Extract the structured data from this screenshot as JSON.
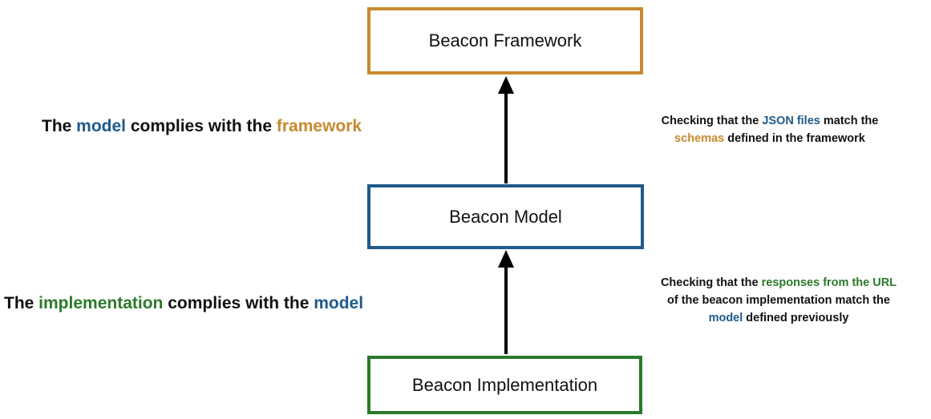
{
  "boxes": {
    "framework": "Beacon Framework",
    "model": "Beacon Model",
    "implementation": "Beacon Implementation"
  },
  "colors": {
    "framework": "#c88a2e",
    "model": "#1f5a8a",
    "implementation": "#2a7a2a",
    "text": "#111111",
    "arrow": "#000000"
  },
  "labels": {
    "model_framework": {
      "prefix": "The ",
      "model": "model",
      "middle": " complies with the ",
      "framework": "framework"
    },
    "impl_model": {
      "prefix": "The ",
      "implementation": "implementation",
      "middle": " complies with the ",
      "model": "model"
    }
  },
  "notes": {
    "upper": {
      "part1": "Checking that the ",
      "json_files": "JSON files",
      "part2": " match the",
      "schemas": "schemas",
      "part3": " defined in the framework"
    },
    "lower": {
      "part1": "Checking that the ",
      "responses": "responses from the URL",
      "part2": "of the beacon implementation match the",
      "model": "model",
      "part3": " defined previously"
    }
  }
}
